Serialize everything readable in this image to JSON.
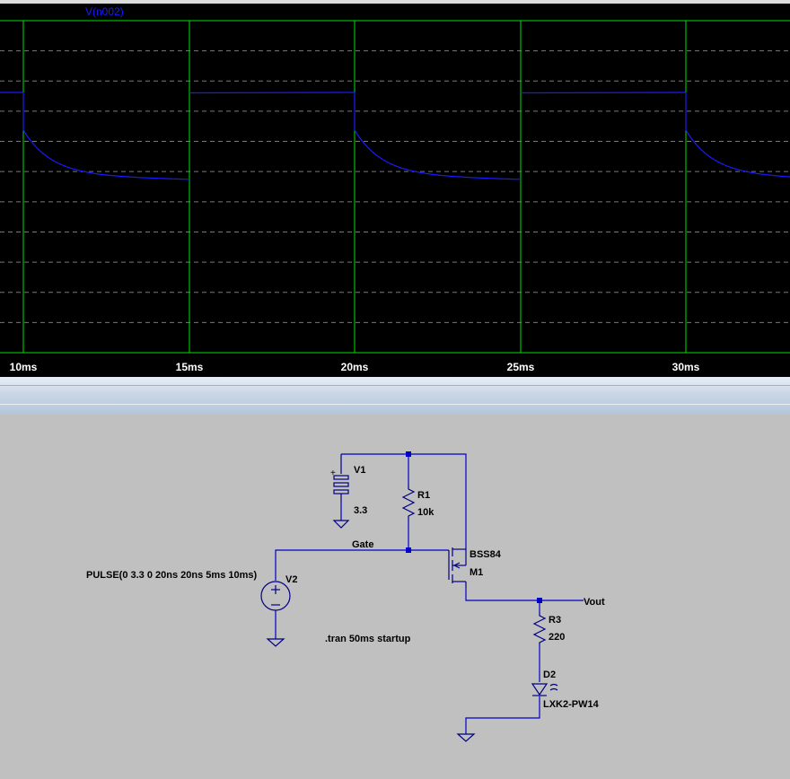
{
  "plot": {
    "trace_name": "V(n002)",
    "trace_color": "#1a1aff",
    "grid_color": "#00e000",
    "x_ticks": [
      "10ms",
      "15ms",
      "20ms",
      "25ms",
      "30ms"
    ]
  },
  "chart_data": {
    "type": "line",
    "title": "",
    "xlabel": "",
    "ylabel": "",
    "xlim": [
      "9.3ms",
      "33.1ms"
    ],
    "x_ticks": [
      "10ms",
      "15ms",
      "20ms",
      "25ms",
      "30ms"
    ],
    "grid": true,
    "series": [
      {
        "name": "V(n002)",
        "description": "square-like waveform with 10ms period; high flat between 5ms half-cycles, decaying after each falling step"
      }
    ]
  },
  "schematic": {
    "v1_name": "V1",
    "v1_value": "3.3",
    "r1_name": "R1",
    "r1_value": "10k",
    "gate_label": "Gate",
    "m1_model": "BSS84",
    "m1_name": "M1",
    "v2_name": "V2",
    "v2_value": "PULSE(0 3.3 0 20ns 20ns 5ms 10ms)",
    "tran_directive": ".tran 50ms startup",
    "vout_label": "Vout",
    "r3_name": "R3",
    "r3_value": "220",
    "d2_name": "D2",
    "d2_model": "LXK2-PW14",
    "wire_color": "#0000c8",
    "component_color": "#000080"
  }
}
